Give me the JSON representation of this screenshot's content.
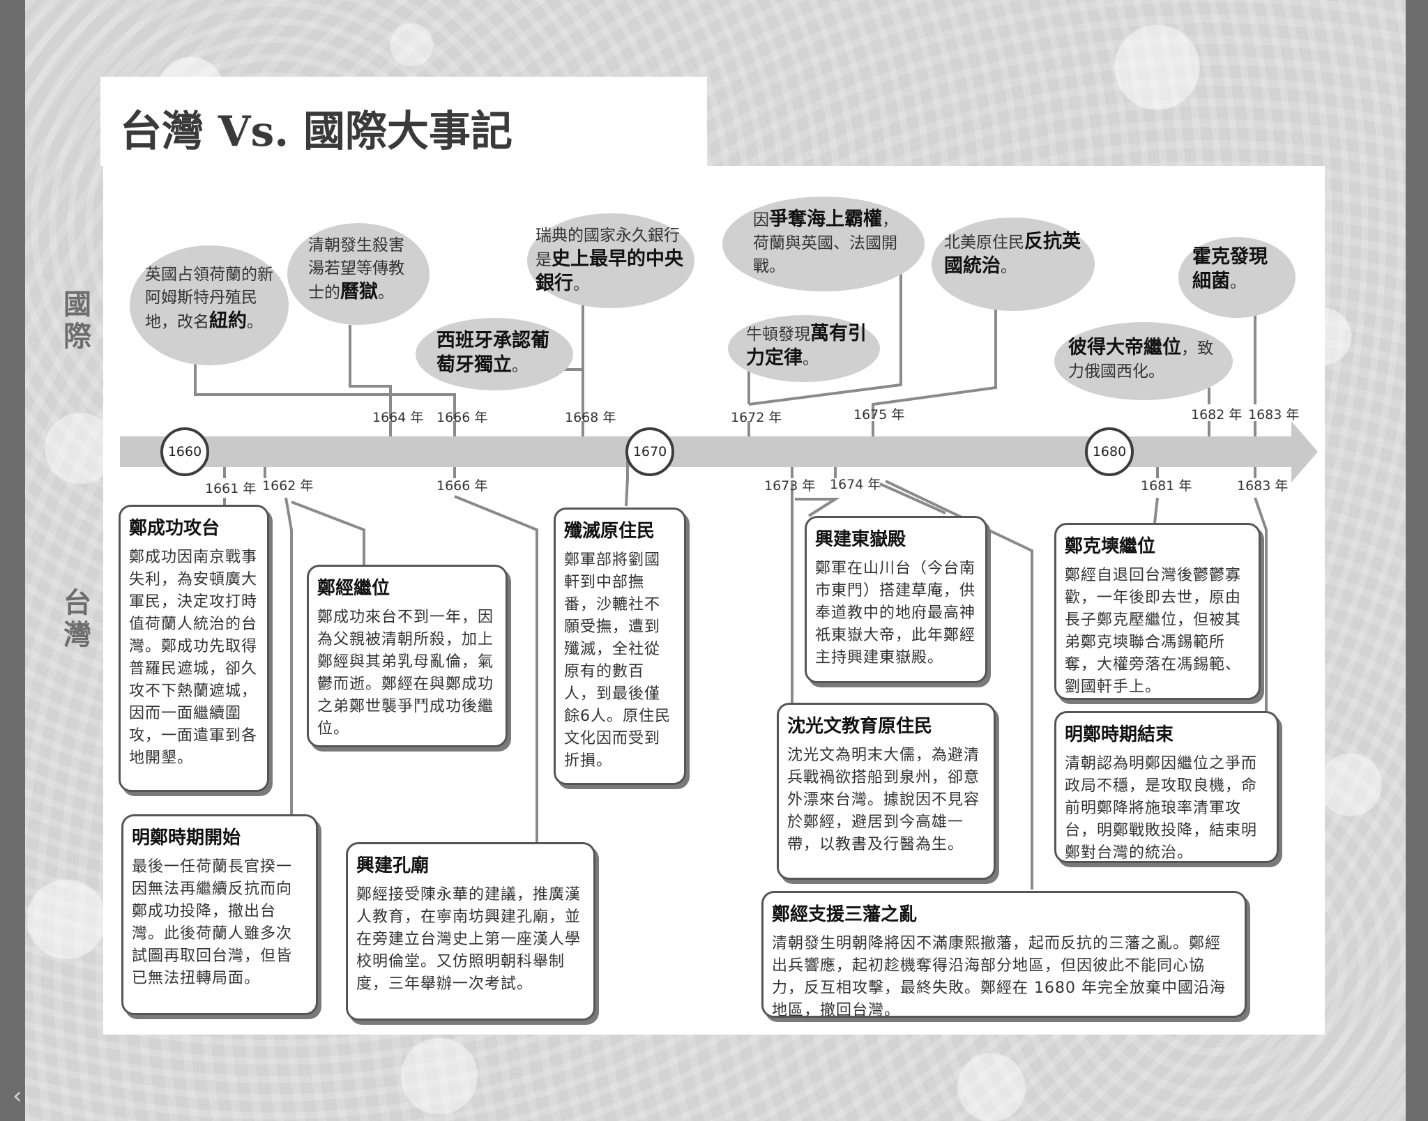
{
  "title": "台灣 Vs. 國際大事記",
  "labels": {
    "international": "國際",
    "taiwan": "台灣"
  },
  "decades": [
    "1660",
    "1670",
    "1680"
  ],
  "intl_years": [
    "1664 年",
    "1666 年",
    "1668 年",
    "1672 年",
    "1675 年",
    "1682 年",
    "1683 年"
  ],
  "tw_years": [
    "1661 年",
    "1662 年",
    "1666 年",
    "1673 年",
    "1674 年",
    "1681 年",
    "1683 年"
  ],
  "intl_events": [
    {
      "pre": "英國占領荷蘭的新阿姆斯特丹殖民地，改名",
      "bold": "紐約",
      "post": "。"
    },
    {
      "pre": "清朝發生殺害湯若望等傳教士的",
      "bold": "曆獄",
      "post": "。"
    },
    {
      "pre": "",
      "bold": "西班牙承認葡萄牙獨立",
      "post": "。"
    },
    {
      "pre": "瑞典的國家永久銀行是",
      "bold": "史上最早的中央銀行",
      "post": "。"
    },
    {
      "pre": "因",
      "bold": "爭奪海上霸權",
      "post": "，荷蘭與英國、法國開戰。"
    },
    {
      "pre": "牛頓發現",
      "bold": "萬有引力定律",
      "post": "。"
    },
    {
      "pre": "北美原住民",
      "bold": "反抗英國統治",
      "post": "。"
    },
    {
      "pre": "",
      "bold": "彼得大帝繼位",
      "post": "，致力俄國西化。"
    },
    {
      "pre": "",
      "bold": "霍克發現細菌",
      "post": "。"
    }
  ],
  "tw_events": [
    {
      "title": "鄭成功攻台",
      "text": "鄭成功因南京戰事失利，為安頓廣大軍民，決定攻打時值荷蘭人統治的台灣。鄭成功先取得普羅民遮城，卻久攻不下熱蘭遮城，因而一面繼續圍攻，一面遣軍到各地開墾。"
    },
    {
      "title": "明鄭時期開始",
      "text": "最後一任荷蘭長官揆一因無法再繼續反抗而向鄭成功投降，撤出台灣。此後荷蘭人雖多次試圖再取回台灣，但皆已無法扭轉局面。"
    },
    {
      "title": "鄭經繼位",
      "text": "鄭成功來台不到一年，因為父親被清朝所殺，加上鄭經與其弟乳母亂倫，氣鬱而逝。鄭經在與鄭成功之弟鄭世襲爭鬥成功後繼位。"
    },
    {
      "title": "興建孔廟",
      "text": "鄭經接受陳永華的建議，推廣漢人教育，在寧南坊興建孔廟，並在旁建立台灣史上第一座漢人學校明倫堂。又仿照明朝科舉制度，三年舉辦一次考試。"
    },
    {
      "title": "殲滅原住民",
      "text": "鄭軍部將劉國軒到中部撫番，沙轆社不願受撫，遭到殲滅，全社從原有的數百人，到最後僅餘6人。原住民文化因而受到折損。"
    },
    {
      "title": "興建東嶽殿",
      "text": "鄭軍在山川台（今台南市東門）搭建草庵，供奉道教中的地府最高神祇東嶽大帝，此年鄭經主持興建東嶽殿。"
    },
    {
      "title": "沈光文教育原住民",
      "text": "沈光文為明末大儒，為避清兵戰禍欲搭船到泉州，卻意外漂來台灣。據說因不見容於鄭經，避居到今高雄一帶，以教書及行醫為生。"
    },
    {
      "title": "鄭經支援三藩之亂",
      "text": "清朝發生明朝降將因不滿康熙撤藩，起而反抗的三藩之亂。鄭經出兵響應，起初趁機奪得沿海部分地區，但因彼此不能同心協力，反互相攻擊，最終失敗。鄭經在 1680 年完全放棄中國沿海地區，撤回台灣。"
    },
    {
      "title": "鄭克塽繼位",
      "text": "鄭經自退回台灣後鬱鬱寡歡，一年後即去世，原由長子鄭克壓繼位，但被其弟鄭克塽聯合馮錫範所奪，大權旁落在馮錫範、劉國軒手上。"
    },
    {
      "title": "明鄭時期結束",
      "text": "清朝認為明鄭因繼位之爭而政局不穩，是攻取良機，命前明鄭降將施琅率清軍攻台，明鄭戰敗投降，結束明鄭對台灣的統治。"
    }
  ],
  "nav": {
    "prev": "‹",
    "next": "›"
  }
}
